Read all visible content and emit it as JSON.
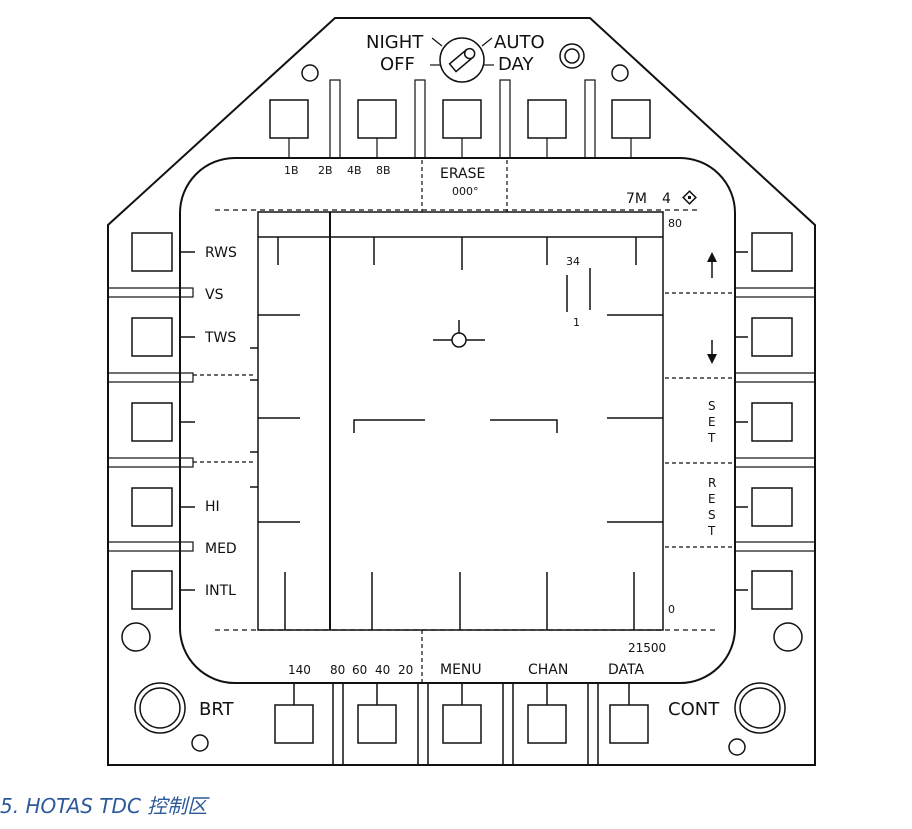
{
  "mode_knob": {
    "night": "NIGHT",
    "off": "OFF",
    "auto": "AUTO",
    "day": "DAY"
  },
  "top_labels": {
    "b1": "1B",
    "b2": "2B",
    "b4": "4B",
    "b8": "8B",
    "erase": "ERASE",
    "heading": "000°"
  },
  "top_right": {
    "range": "7M",
    "count": "4"
  },
  "scale": {
    "top": "80",
    "bottom": "0"
  },
  "left_labels": {
    "rws": "RWS",
    "vs": "VS",
    "tws": "TWS",
    "hi": "HI",
    "med": "MED",
    "intl": "INTL"
  },
  "right_labels": {
    "set": [
      "S",
      "E",
      "T"
    ],
    "rest": [
      "R",
      "E",
      "S",
      "T"
    ]
  },
  "target": {
    "alt": "34",
    "num": "1"
  },
  "bottom_readout": {
    "altitude": "21500"
  },
  "bottom_labels": {
    "v140": "140",
    "v80": "80",
    "v60": "60",
    "v40": "40",
    "v20": "20",
    "menu": "MENU",
    "chan": "CHAN",
    "data": "DATA"
  },
  "knobs": {
    "brt": "BRT",
    "cont": "CONT"
  },
  "caption": "5. HOTAS TDC 控制区"
}
